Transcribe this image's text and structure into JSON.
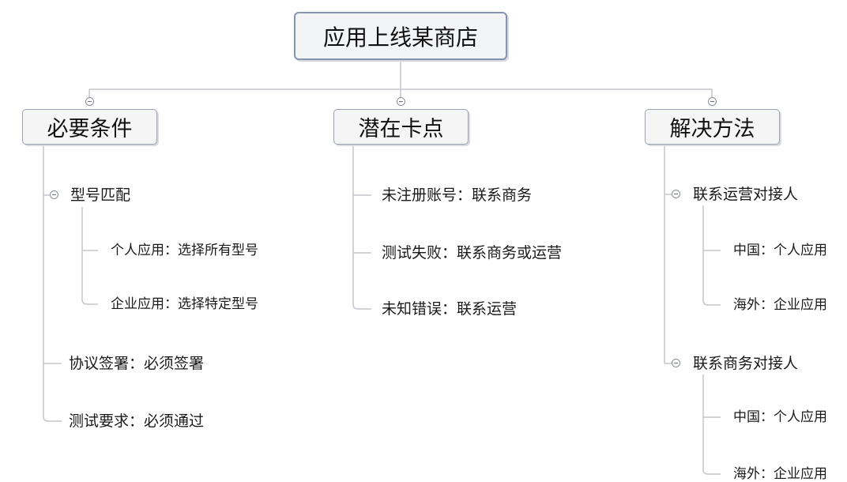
{
  "root": {
    "label": "应用上线某商店"
  },
  "branches": [
    {
      "label": "必要条件",
      "children": [
        {
          "label": "型号匹配",
          "children": [
            "个人应用：选择所有型号",
            "企业应用：选择特定型号"
          ]
        },
        {
          "label": "协议签署：必须签署"
        },
        {
          "label": "测试要求：必须通过"
        }
      ]
    },
    {
      "label": "潜在卡点",
      "children": [
        {
          "label": "未注册账号：联系商务"
        },
        {
          "label": "测试失败：联系商务或运营"
        },
        {
          "label": "未知错误：联系运营"
        }
      ]
    },
    {
      "label": "解决方法",
      "children": [
        {
          "label": "联系运营对接人",
          "children": [
            "中国：个人应用",
            "海外：企业应用"
          ]
        },
        {
          "label": "联系商务对接人",
          "children": [
            "中国：个人应用",
            "海外：企业应用"
          ]
        }
      ]
    }
  ],
  "colors": {
    "line": "#c3c6cc",
    "border": "#8494b1",
    "topic_fill": "#f5f5f6"
  }
}
